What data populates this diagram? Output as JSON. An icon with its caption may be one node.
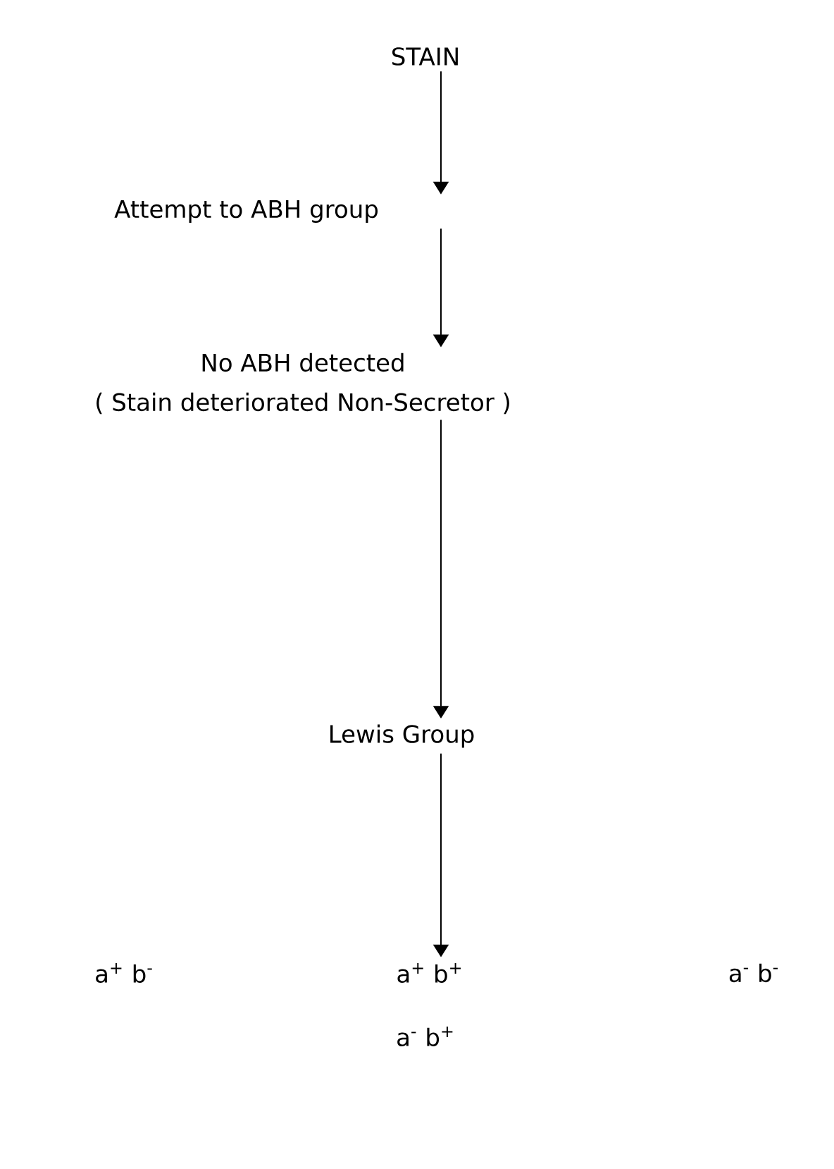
{
  "diagram": {
    "nodes": [
      {
        "text": [
          "STAIN"
        ]
      },
      {
        "text": [
          "Attempt to ABH group"
        ]
      },
      {
        "text": [
          "No ABH detected",
          "( Stain deteriorated Non-Secretor )"
        ]
      },
      {
        "text": [
          "Lewis Group"
        ]
      },
      {
        "text": [
          "a$^{+}$ b$^{-}$"
        ]
      },
      {
        "text": [
          "a$^{+}$ b$^{+}$"
        ]
      },
      {
        "text": [
          "a$^{-}$ b$^{-}$"
        ]
      },
      {
        "text": [
          "a$^{-}$ b$^{+}$"
        ]
      }
    ],
    "edges": [
      {
        "from": 0,
        "to": 1,
        "arrow": "to"
      },
      {
        "from": 1,
        "to": 2,
        "arrow": "to"
      },
      {
        "from": 2,
        "to": 3,
        "arrow": "to"
      },
      {
        "from": 3,
        "to": 5,
        "arrow": "to"
      }
    ]
  }
}
